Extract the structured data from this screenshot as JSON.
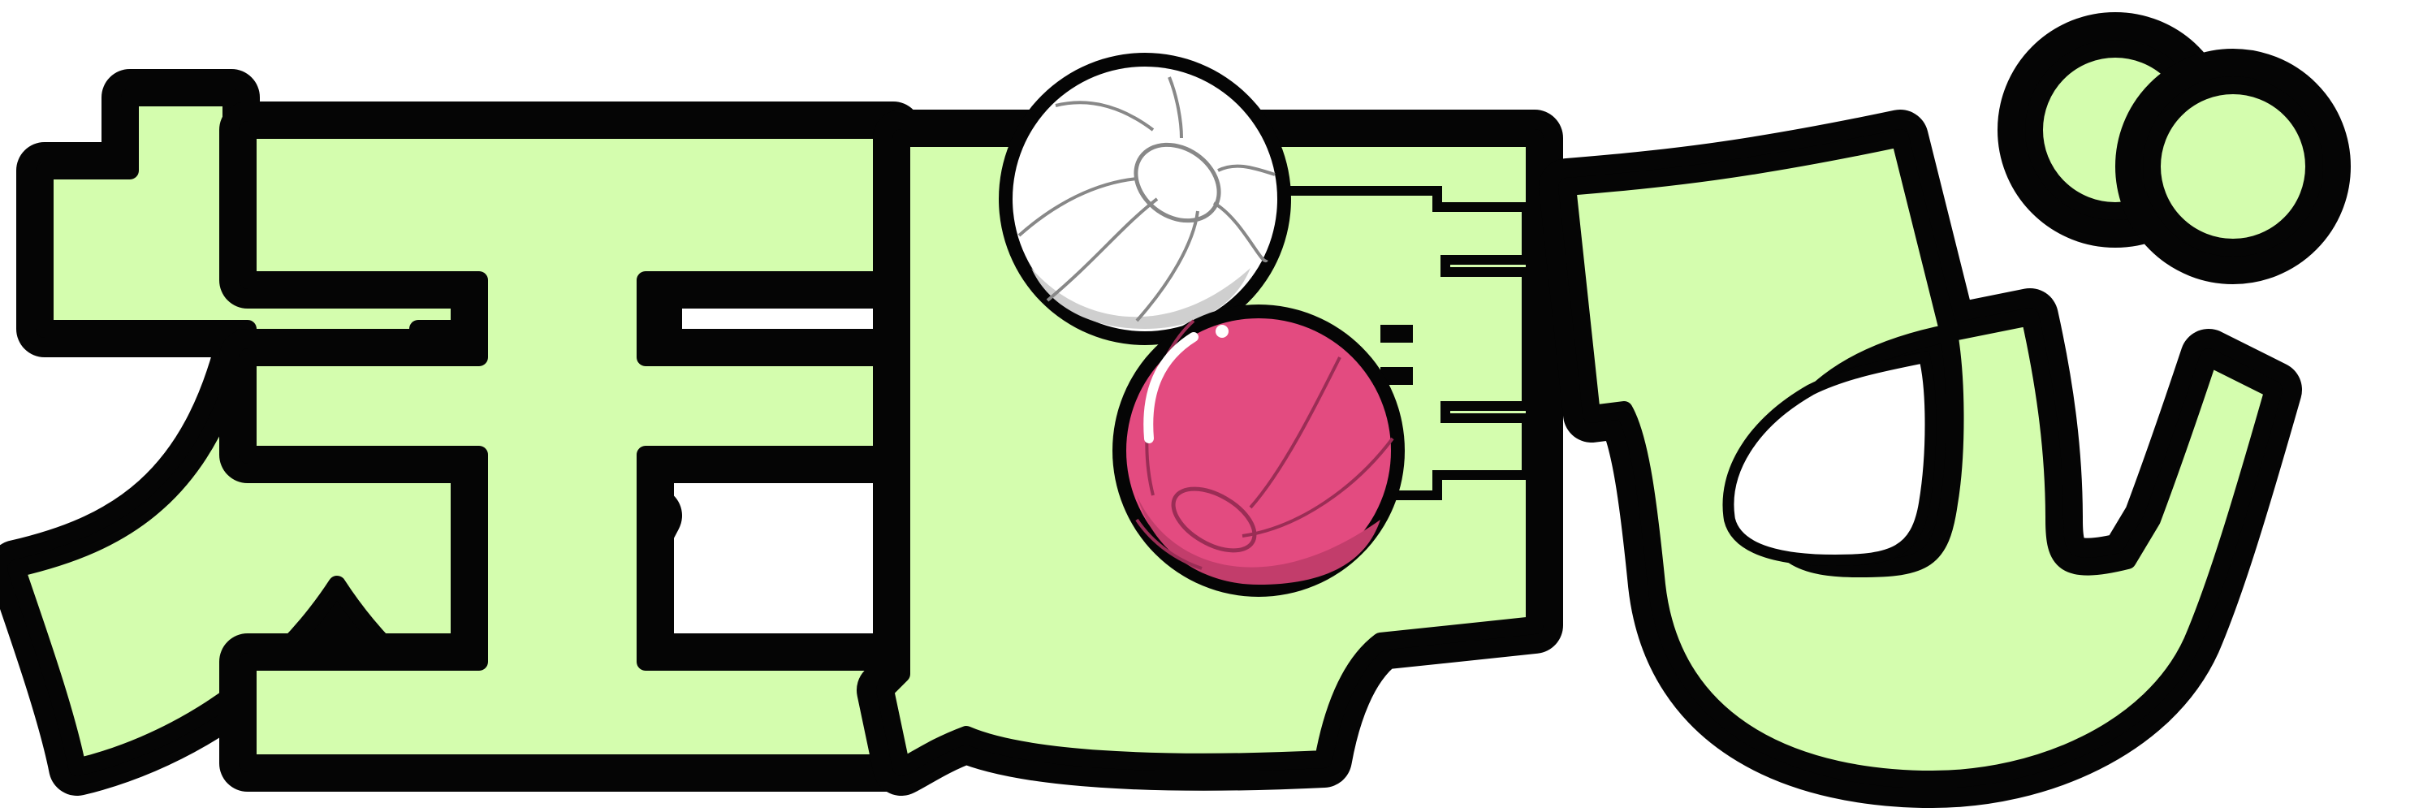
{
  "logo": {
    "text": "大玉運び",
    "characters": [
      "大",
      "玉",
      "運",
      "び"
    ]
  },
  "colors": {
    "fill": "#d4fdae",
    "outline": "#050505",
    "ball_white": "#ffffff",
    "ball_pink": "#e34b80"
  }
}
